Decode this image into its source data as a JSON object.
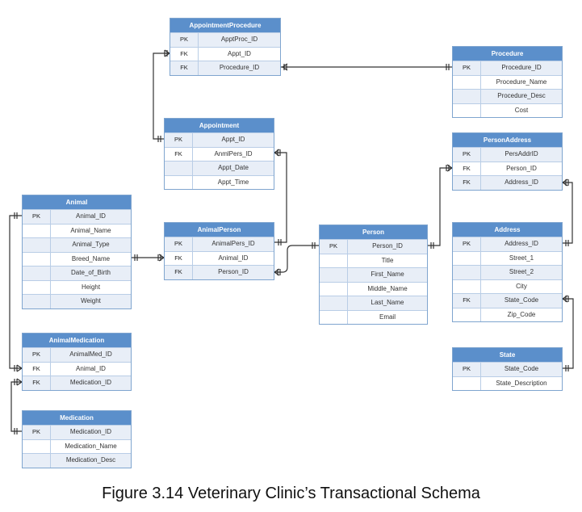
{
  "caption": "Figure 3.14 Veterinary Clinic’s Transactional Schema",
  "entities": [
    {
      "id": "AppointmentProcedure",
      "title": "AppointmentProcedure",
      "rows": [
        {
          "key": "PK",
          "field": "ApptProc_ID"
        },
        {
          "key": "FK",
          "field": "Appt_ID"
        },
        {
          "key": "FK",
          "field": "Procedure_ID"
        }
      ]
    },
    {
      "id": "Procedure",
      "title": "Procedure",
      "rows": [
        {
          "key": "PK",
          "field": "Procedure_ID"
        },
        {
          "key": "",
          "field": "Procedure_Name"
        },
        {
          "key": "",
          "field": "Procedure_Desc"
        },
        {
          "key": "",
          "field": "Cost"
        }
      ]
    },
    {
      "id": "Appointment",
      "title": "Appointment",
      "rows": [
        {
          "key": "PK",
          "field": "Appt_ID"
        },
        {
          "key": "FK",
          "field": "AnmlPers_ID"
        },
        {
          "key": "",
          "field": "Appt_Date"
        },
        {
          "key": "",
          "field": "Appt_Time"
        }
      ]
    },
    {
      "id": "PersonAddress",
      "title": "PersonAddress",
      "rows": [
        {
          "key": "PK",
          "field": "PersAddrID"
        },
        {
          "key": "FK",
          "field": "Person_ID"
        },
        {
          "key": "FK",
          "field": "Address_ID"
        }
      ]
    },
    {
      "id": "Animal",
      "title": "Animal",
      "rows": [
        {
          "key": "PK",
          "field": "Animal_ID"
        },
        {
          "key": "",
          "field": "Animal_Name"
        },
        {
          "key": "",
          "field": "Animal_Type"
        },
        {
          "key": "",
          "field": "Breed_Name"
        },
        {
          "key": "",
          "field": "Date_of_Birth"
        },
        {
          "key": "",
          "field": "Height"
        },
        {
          "key": "",
          "field": "Weight"
        }
      ]
    },
    {
      "id": "AnimalPerson",
      "title": "AnimalPerson",
      "rows": [
        {
          "key": "PK",
          "field": "AnimalPers_ID"
        },
        {
          "key": "FK",
          "field": "Animal_ID"
        },
        {
          "key": "FK",
          "field": "Person_ID"
        }
      ]
    },
    {
      "id": "Person",
      "title": "Person",
      "rows": [
        {
          "key": "PK",
          "field": "Person_ID"
        },
        {
          "key": "",
          "field": "Title"
        },
        {
          "key": "",
          "field": "First_Name"
        },
        {
          "key": "",
          "field": "Middle_Name"
        },
        {
          "key": "",
          "field": "Last_Name"
        },
        {
          "key": "",
          "field": "Email"
        }
      ]
    },
    {
      "id": "Address",
      "title": "Address",
      "rows": [
        {
          "key": "PK",
          "field": "Address_ID"
        },
        {
          "key": "",
          "field": "Street_1"
        },
        {
          "key": "",
          "field": "Street_2"
        },
        {
          "key": "",
          "field": "City"
        },
        {
          "key": "FK",
          "field": "State_Code"
        },
        {
          "key": "",
          "field": "Zip_Code"
        }
      ]
    },
    {
      "id": "AnimalMedication",
      "title": "AnimalMedication",
      "rows": [
        {
          "key": "PK",
          "field": "AnimalMed_ID"
        },
        {
          "key": "FK",
          "field": "Animal_ID"
        },
        {
          "key": "FK",
          "field": "Medication_ID"
        }
      ]
    },
    {
      "id": "State",
      "title": "State",
      "rows": [
        {
          "key": "PK",
          "field": "State_Code"
        },
        {
          "key": "",
          "field": "State_Description"
        }
      ]
    },
    {
      "id": "Medication",
      "title": "Medication",
      "rows": [
        {
          "key": "PK",
          "field": "Medication_ID"
        },
        {
          "key": "",
          "field": "Medication_Name"
        },
        {
          "key": "",
          "field": "Medication_Desc"
        }
      ]
    }
  ]
}
